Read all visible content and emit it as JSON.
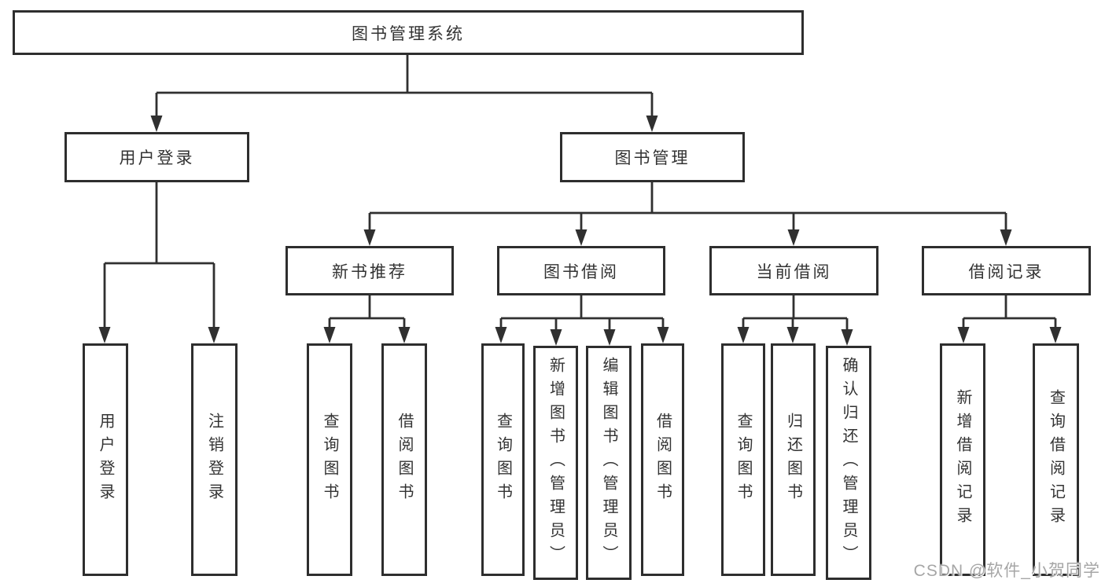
{
  "diagram": {
    "title": "图书管理系统",
    "type": "hierarchy-tree",
    "colors": {
      "line": "#303030",
      "box_border": "#2e2e2e",
      "text": "#333333",
      "background": "#ffffff",
      "watermark": "#a6a6a6"
    }
  },
  "tree": {
    "label": "图书管理系统",
    "children": [
      {
        "label": "用户登录",
        "children": [
          {
            "label": "用户登录"
          },
          {
            "label": "注销登录"
          }
        ]
      },
      {
        "label": "图书管理",
        "children": [
          {
            "label": "新书推荐",
            "children": [
              {
                "label": "查询图书"
              },
              {
                "label": "借阅图书"
              }
            ]
          },
          {
            "label": "图书借阅",
            "children": [
              {
                "label": "查询图书"
              },
              {
                "label": "新增图书（管理员）"
              },
              {
                "label": "编辑图书（管理员）"
              },
              {
                "label": "借阅图书"
              }
            ]
          },
          {
            "label": "当前借阅",
            "children": [
              {
                "label": "查询图书"
              },
              {
                "label": "归还图书"
              },
              {
                "label": "确认归还（管理员）"
              }
            ]
          },
          {
            "label": "借阅记录",
            "children": [
              {
                "label": "新增借阅记录"
              },
              {
                "label": "查询借阅记录"
              }
            ]
          }
        ]
      }
    ]
  },
  "watermark": {
    "text": "CSDN @软件_小贺同学"
  }
}
